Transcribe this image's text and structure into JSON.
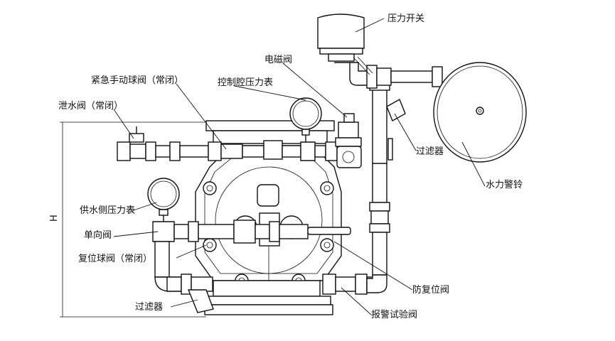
{
  "labels": {
    "pressure_switch": "压力开关",
    "solenoid_valve": "电磁阀",
    "emergency_ball_valve": "紧急手动球阀（常闭）",
    "control_chamber_gauge": "控制腔压力表",
    "drain_valve": "泄水阀（常闭）",
    "supply_side_gauge": "供水侧压力表",
    "check_valve": "单向阀",
    "reset_ball_valve": "复位球阀（常闭）",
    "filter_bottom": "过滤器",
    "filter_right": "过滤器",
    "water_alarm_bell": "水力警铃",
    "anti_reset_valve": "防复位阀",
    "alarm_test_valve": "报警试验阀",
    "dimension_mark": "H"
  }
}
